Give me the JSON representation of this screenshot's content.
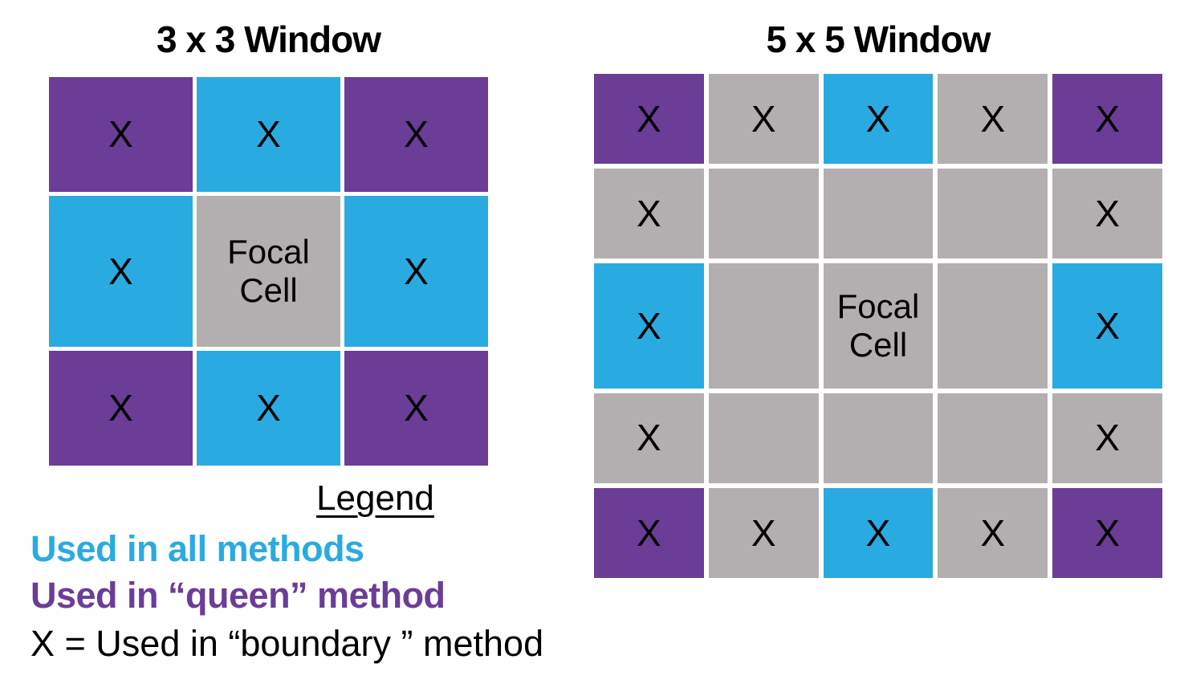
{
  "colors": {
    "all_methods_blue": "#29ABE2",
    "queen_method_purple": "#6B3D97",
    "neutral_gray": "#B3AEB0",
    "text_black": "#000000",
    "background_white": "#FFFFFF"
  },
  "windows": [
    {
      "id": "3x3",
      "title": "3 x 3 Window",
      "cols": 3,
      "rows": 3,
      "cells": [
        {
          "color": "queen_method_purple",
          "label": "X"
        },
        {
          "color": "all_methods_blue",
          "label": "X"
        },
        {
          "color": "queen_method_purple",
          "label": "X"
        },
        {
          "color": "all_methods_blue",
          "label": "X"
        },
        {
          "color": "neutral_gray",
          "label": "Focal\nCell"
        },
        {
          "color": "all_methods_blue",
          "label": "X"
        },
        {
          "color": "queen_method_purple",
          "label": "X"
        },
        {
          "color": "all_methods_blue",
          "label": "X"
        },
        {
          "color": "queen_method_purple",
          "label": "X"
        }
      ]
    },
    {
      "id": "5x5",
      "title": "5 x 5 Window",
      "cols": 5,
      "rows": 5,
      "cells": [
        {
          "color": "queen_method_purple",
          "label": "X"
        },
        {
          "color": "neutral_gray",
          "label": "X"
        },
        {
          "color": "all_methods_blue",
          "label": "X"
        },
        {
          "color": "neutral_gray",
          "label": "X"
        },
        {
          "color": "queen_method_purple",
          "label": "X"
        },
        {
          "color": "neutral_gray",
          "label": "X"
        },
        {
          "color": "neutral_gray",
          "label": ""
        },
        {
          "color": "neutral_gray",
          "label": ""
        },
        {
          "color": "neutral_gray",
          "label": ""
        },
        {
          "color": "neutral_gray",
          "label": "X"
        },
        {
          "color": "all_methods_blue",
          "label": "X"
        },
        {
          "color": "neutral_gray",
          "label": ""
        },
        {
          "color": "neutral_gray",
          "label": "Focal\nCell"
        },
        {
          "color": "neutral_gray",
          "label": ""
        },
        {
          "color": "all_methods_blue",
          "label": "X"
        },
        {
          "color": "neutral_gray",
          "label": "X"
        },
        {
          "color": "neutral_gray",
          "label": ""
        },
        {
          "color": "neutral_gray",
          "label": ""
        },
        {
          "color": "neutral_gray",
          "label": ""
        },
        {
          "color": "neutral_gray",
          "label": "X"
        },
        {
          "color": "queen_method_purple",
          "label": "X"
        },
        {
          "color": "neutral_gray",
          "label": "X"
        },
        {
          "color": "all_methods_blue",
          "label": "X"
        },
        {
          "color": "neutral_gray",
          "label": "X"
        },
        {
          "color": "queen_method_purple",
          "label": "X"
        }
      ]
    }
  ],
  "legend": {
    "title": "Legend",
    "items": [
      {
        "text": "Used in all methods",
        "color": "all_methods_blue"
      },
      {
        "text": "Used in “queen” method",
        "color": "queen_method_purple"
      },
      {
        "text": "X = Used in “boundary ” method",
        "color": "text_black"
      }
    ]
  }
}
